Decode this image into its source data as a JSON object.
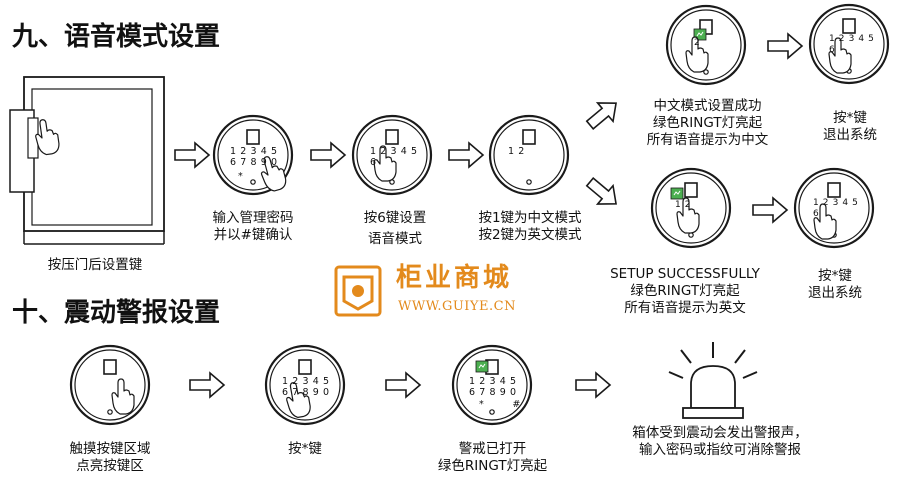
{
  "section_voice": {
    "title": "九、语音模式设置",
    "door_caption": "按压门后设置键",
    "step1": [
      "输入管理密码",
      "并以#键确认"
    ],
    "step2": [
      "按6键设置",
      "语音模式"
    ],
    "step3": [
      "按1键为中文模式",
      "按2键为英文模式"
    ],
    "result_cn": [
      "中文模式设置成功",
      "绿色RINGT灯亮起",
      "所有语音提示为中文"
    ],
    "exit_cn": [
      "按*键",
      "退出系统"
    ],
    "result_en": [
      "SETUP SUCCESSFULLY",
      "绿色RINGT灯亮起",
      "所有语音提示为英文"
    ],
    "exit_en": [
      "按*键",
      "退出系统"
    ]
  },
  "section_alarm": {
    "title": "十、震动警报设置",
    "step1": [
      "触摸按键区域",
      "点亮按键区"
    ],
    "step2": [
      "按*键"
    ],
    "step3": [
      "警戒已打开",
      "绿色RINGT灯亮起"
    ],
    "step4": [
      "箱体受到震动会发出警报声，",
      "输入密码或指纹可消除警报"
    ]
  },
  "keypad": {
    "row1": "1 2 3 4 5",
    "row2": "6 7 8 9 0",
    "star": "*",
    "hash": "#",
    "key1": "1",
    "key2": "2",
    "key12": "1 2",
    "key6": "6"
  },
  "watermark": {
    "name": "柜业商城",
    "url": "WWW.GUIYE.CN"
  },
  "colors": {
    "line": "#1a1a1a",
    "brand": "#e38a1c",
    "green_indicator": "#4caf50"
  }
}
